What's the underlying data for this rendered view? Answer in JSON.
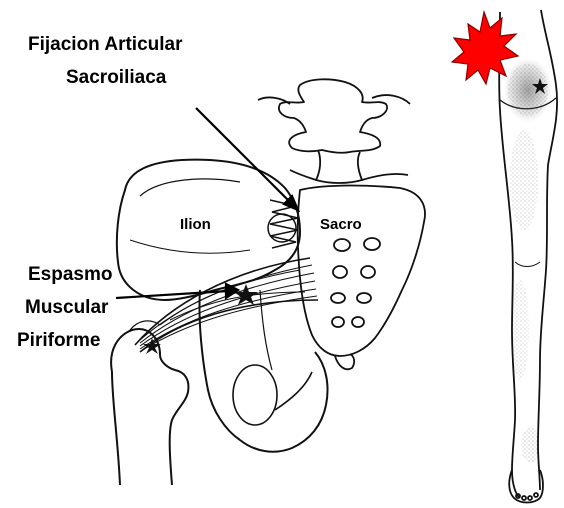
{
  "labels": {
    "fijacion_line1": "Fijacion Articular",
    "fijacion_line2": "Sacroiliaca",
    "espasmo_line1": "Espasmo",
    "espasmo_line2": "Muscular",
    "espasmo_line3": "Piriforme",
    "ilion": "Ilion",
    "sacro": "Sacro"
  },
  "icons": {
    "pain_burst": "red-starburst-icon",
    "trigger_point": "star-icon"
  },
  "colors": {
    "pain_burst": "#ff0000",
    "line_art": "#111111",
    "stipple": "#555555"
  }
}
